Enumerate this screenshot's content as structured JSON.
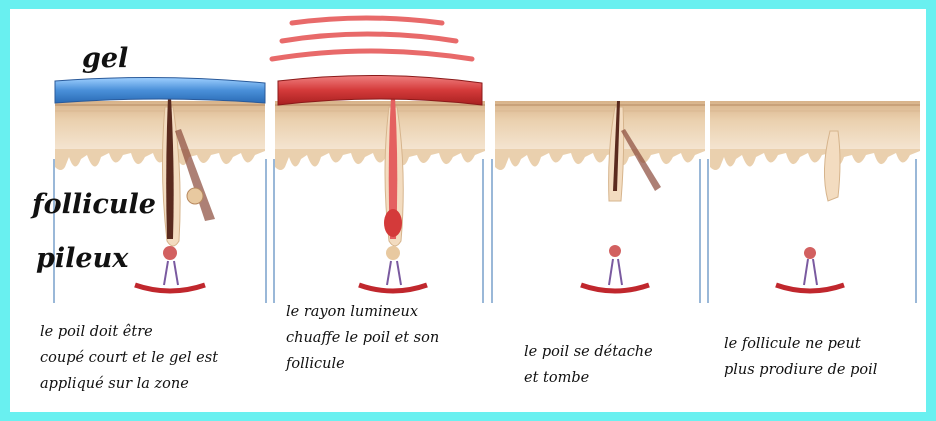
{
  "labels": {
    "gel": "gel",
    "follicle_line1": "follicule",
    "follicle_line2": "pileux"
  },
  "panels": [
    {
      "caption": "le poil doit être\ncoupé court et le gel est\nappliqué sur la zone"
    },
    {
      "caption": "le rayon lumineux\nchuaffe le poil et son\nfollicule"
    },
    {
      "caption": "le poil se détache\net tombe"
    },
    {
      "caption": "le follicule ne peut\nplus prodiure de poil"
    }
  ],
  "colors": {
    "frame": "#69f0f0",
    "gel": "#4a90d9",
    "heated_layer": "#d43a3a",
    "heat_waves": "#e86a6a",
    "skin": "#e8c9a0",
    "tissue": "#f3e3cf",
    "hair": "#5a2a1e",
    "blood": "#c0272d"
  }
}
